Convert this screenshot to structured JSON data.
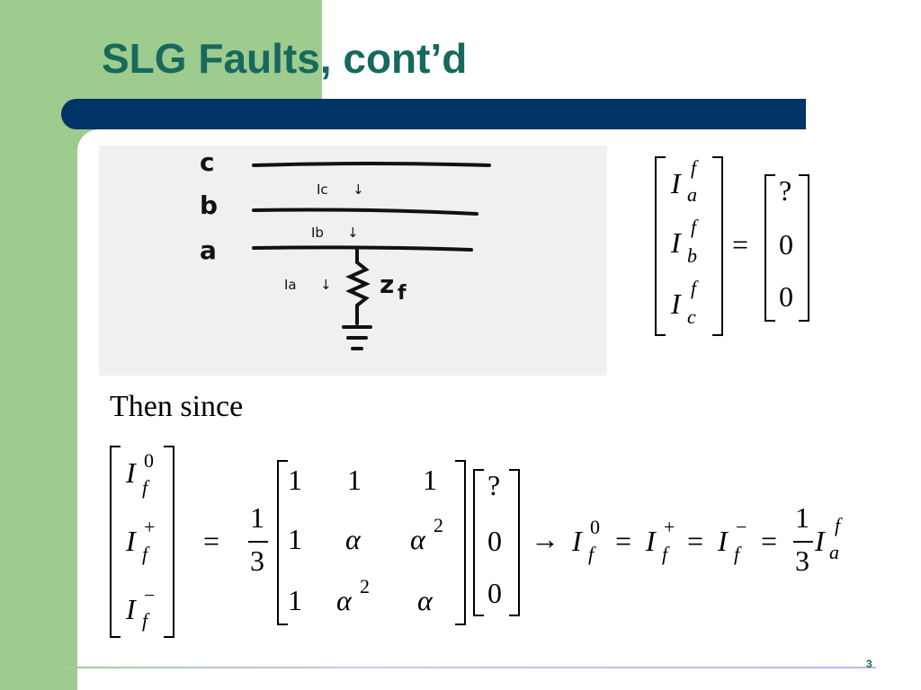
{
  "slide": {
    "title": "SLG Faults, cont’d",
    "page_number": "3",
    "colors": {
      "title": "#17695d",
      "bar": "#003366",
      "panel": "#9ecb8e"
    }
  },
  "figure": {
    "phase_labels": [
      "c",
      "b",
      "a"
    ],
    "current_labels": [
      "Ic",
      "Ib",
      "Ia"
    ],
    "arrow": "↓",
    "impedance": "z",
    "impedance_sub": "f"
  },
  "eq1": {
    "symbol": "I",
    "sup": "f",
    "subs": [
      "a",
      "b",
      "c"
    ],
    "equals": "=",
    "rhs": [
      "?",
      "0",
      "0"
    ]
  },
  "text": {
    "then_since": "Then since"
  },
  "eq2": {
    "symbol": "I",
    "sub": "f",
    "sups": [
      "0",
      "+",
      "−"
    ],
    "equals": "=",
    "frac": {
      "num": "1",
      "den": "3"
    },
    "matrix": [
      [
        "1",
        "1",
        "1"
      ],
      [
        "1",
        "α",
        "α"
      ],
      [
        "1",
        "α",
        "α"
      ]
    ],
    "power": "2",
    "vector": [
      "?",
      "0",
      "0"
    ],
    "arrow": "→",
    "result_sub": "a",
    "result_sup": "f"
  }
}
